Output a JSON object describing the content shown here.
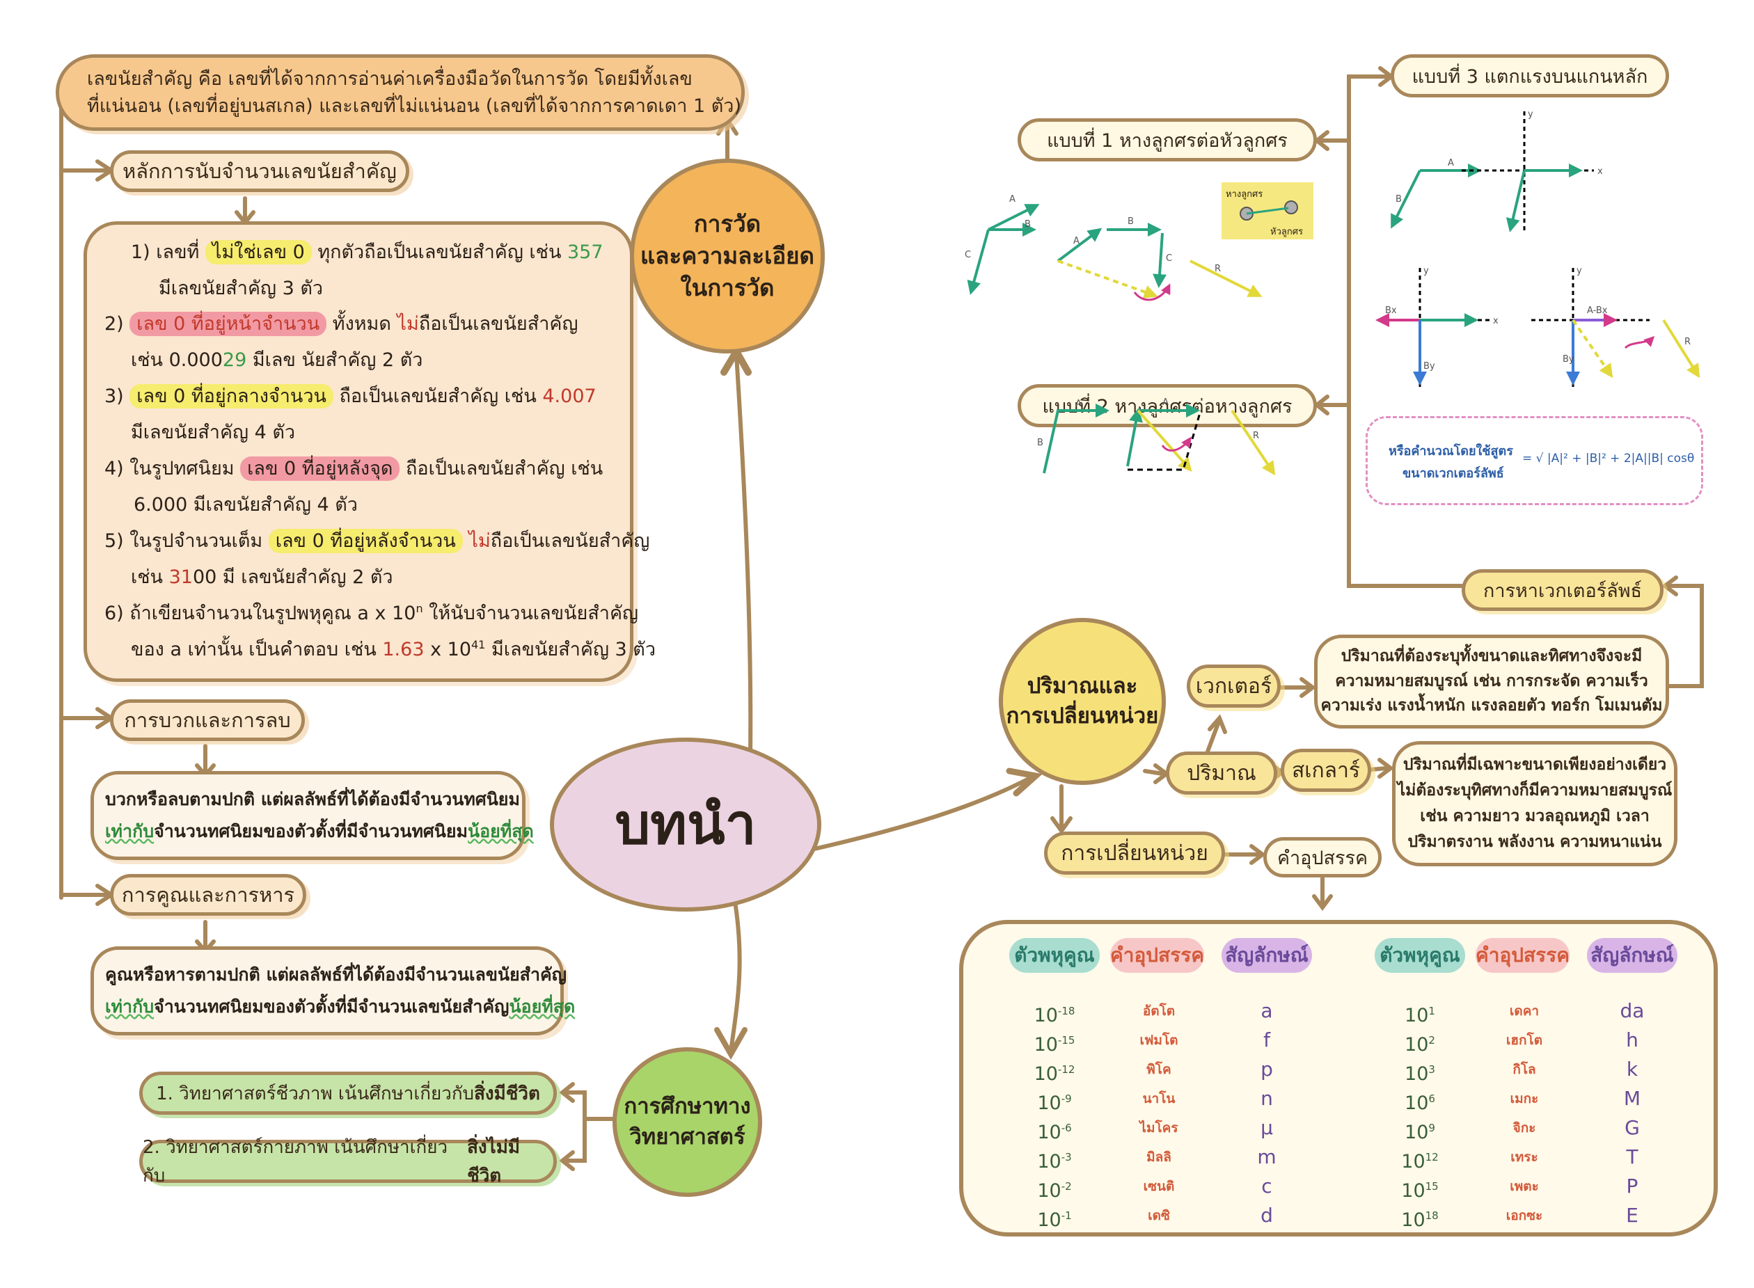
{
  "center": {
    "title": "บทนำ"
  },
  "measure": {
    "node": [
      "การวัด",
      "และความละเอียด",
      "ในการวัด"
    ],
    "definition": [
      "เลขนัยสำคัญ คือ เลขที่ได้จากการอ่านค่าเครื่องมือวัดในการวัด โดยมีทั้งเลข",
      "ที่แน่นอน (เลขที่อยู่บนสเกล) และเลขที่ไม่แน่นอน (เลขที่ได้จากการคาดเดา 1  ตัว)"
    ],
    "counting_title": "หลักการนับจำนวนเลขนัยสำคัญ",
    "rules": {
      "r1a_pre": "1) เลขที่ ",
      "r1a_hl": "ไม่ใช่เลข 0",
      "r1a_post": " ทุกตัวถือเป็นเลขนัยสำคัญ เช่น ",
      "r1a_num": "357",
      "r1b": "มีเลขนัยสำคัญ 3  ตัว",
      "r2a_pre": "2) ",
      "r2a_hl": "เลข 0  ที่อยู่หน้าจำนวน",
      "r2a_mid": " ทั้งหมด ",
      "r2a_red": "ไม่",
      "r2a_post": "ถือเป็นเลขนัยสำคัญ",
      "r2b_pre": "เช่น 0.000",
      "r2b_num": "29",
      "r2b_post": " มีเลข นัยสำคัญ 2  ตัว",
      "r3a_pre": "3) ",
      "r3a_hl": "เลข 0  ที่อยู่กลางจำนวน",
      "r3a_post": " ถือเป็นเลขนัยสำคัญ เช่น ",
      "r3a_num": "4.007",
      "r3b": "มีเลขนัยสำคัญ 4  ตัว",
      "r4a_pre": "4) ในรูปทศนิยม ",
      "r4a_hl": "เลข 0  ที่อยู่หลังจุด",
      "r4a_post": " ถือเป็นเลขนัยสำคัญ เช่น",
      "r4b": "6.000 มีเลขนัยสำคัญ 4  ตัว",
      "r5a_pre": "5) ในรูปจำนวนเต็ม ",
      "r5a_hl": "เลข 0  ที่อยู่หลังจำนวน",
      "r5a_red": " ไม่",
      "r5a_post": "ถือเป็นเลขนัยสำคัญ",
      "r5b_pre": "เช่น ",
      "r5b_num": "31",
      "r5b_post": "00 มี เลขนัยสำคัญ 2  ตัว",
      "r6a_pre": "6) ถ้าเขียนจำนวนในรูปพหุคูณ ",
      "r6a_a": "a x 10",
      "r6a_sup": "n",
      "r6a_post": " ให้นับจำนวนเลขนัยสำคัญ",
      "r6b_pre": "ของ a เท่านั้น เป็นคำตอบ เช่น ",
      "r6b_num": "1.63",
      "r6b_x": " x 10",
      "r6b_sup": "41",
      "r6b_post": " มีเลขนัยสำคัญ 3  ตัว"
    },
    "add_title": "การบวกและการลบ",
    "add_l1": "บวกหรือลบตามปกติ แต่ผลลัพธ์ที่ได้ต้องมีจำนวนทศนิยม",
    "add_l2a": "เท่ากับ",
    "add_l2b": "จำนวนทศนิยมของตัวตั้งที่มีจำนวนทศนิยม",
    "add_l2c": "น้อยที่สุด",
    "mul_title": "การคูณและการหาร",
    "mul_l1": "คูณหรือหารตามปกติ แต่ผลลัพธ์ที่ได้ต้องมีจำนวนเลขนัยสำคัญ",
    "mul_l2a": "เท่ากับ",
    "mul_l2b": "จำนวนทศนิยมของตัวตั้งที่มีจำนวนเลขนัยสำคัญ",
    "mul_l2c": "น้อยที่สุด"
  },
  "science": {
    "node": [
      "การศึกษาทาง",
      "วิทยาศาสตร์"
    ],
    "bio_pre": "1. วิทยาศาสตร์ชีวภาพ เน้นศึกษาเกี่ยวกับ ",
    "bio_bold": "สิ่งมีชีวิต",
    "phy_pre": "2. วิทยาศาสตร์กายภาพ เน้นศึกษาเกี่ยวกับ ",
    "phy_bold": "สิ่งไม่มีชีวิต"
  },
  "quantity": {
    "node": [
      "ปริมาณและ",
      "การเปลี่ยนหน่วย"
    ],
    "q": "ปริมาณ",
    "vector": "เวกเตอร์",
    "scalar": "สเกลาร์",
    "vector_desc": [
      "ปริมาณที่ต้องระบุทั้งขนาดและทิศทางจึงจะมี",
      "ความหมายสมบูรณ์ เช่น การกระจัด ความเร็ว",
      "ความเร่ง แรงน้ำหนัก แรงลอยตัว ทอร์ก โมเมนตัม"
    ],
    "scalar_desc": [
      "ปริมาณที่มีเฉพาะขนาดเพียงอย่างเดียว",
      "ไม่ต้องระบุทิศทางก็มีความหมายสมบูรณ์",
      "เช่น ความยาว มวลอุณหภูมิ เวลา",
      "ปริมาตรงาน พลังงาน ความหนาแน่น"
    ],
    "convert": "การเปลี่ยนหน่วย",
    "prefix": "คำอุปสรรค",
    "resultant": "การหาเวกเตอร์ลัพธ์",
    "m1": "แบบที่ 1  หางลูกศรต่อหัวลูกศร",
    "m2": "แบบที่ 2  หางลูกศรต่อหางลูกศร",
    "m3": "แบบที่ 3  แตกแรงบนแกนหลัก",
    "tail_label": "หางลูกศร",
    "head_label": "หัวลูกศร",
    "formula_l1": "หรือคำนวณโดยใช้สูตร",
    "formula_l2": "ขนาดเวกเตอร์ลัพธ์",
    "formula": "= √ |A|² + |B|² + 2|A||B| cosθ",
    "vec_A": "A",
    "vec_B": "B",
    "vec_C": "C",
    "vec_R": "R",
    "axis_x": "x",
    "axis_y": "y",
    "Bx": "Bx",
    "By": "By",
    "AmBx": "A-Bx"
  },
  "prefix_table": {
    "h_power": "ตัวพหุคูณ",
    "h_prefix": "คำอุปสรรค",
    "h_symbol": "สัญลักษณ์",
    "left_exp": [
      "-18",
      "-15",
      "-12",
      "-9",
      "-6",
      "-3",
      "-2",
      "-1"
    ],
    "left_prefix": [
      "อัตโต",
      "เฟมโต",
      "พิโค",
      "นาโน",
      "ไมโคร",
      "มิลลิ",
      "เซนติ",
      "เดซิ"
    ],
    "left_symbol": [
      "a",
      "f",
      "p",
      "n",
      "μ",
      "m",
      "c",
      "d"
    ],
    "right_exp": [
      "1",
      "2",
      "3",
      "6",
      "9",
      "12",
      "15",
      "18"
    ],
    "right_prefix": [
      "เดคา",
      "เฮกโต",
      "กิโล",
      "เมกะ",
      "จิกะ",
      "เทระ",
      "เพตะ",
      "เอกซะ"
    ],
    "right_symbol": [
      "da",
      "h",
      "k",
      "M",
      "G",
      "T",
      "P",
      "E"
    ],
    "base": "10"
  },
  "colors": {
    "brown": "#a8875a",
    "orange": "#f3b45a",
    "pink": "#ecd3e2",
    "green": "#a9d46a",
    "yellow": "#f6e07a",
    "teal": "#2aa37f",
    "yellowArrow": "#e9e04a",
    "pinkArrow": "#d23a8a"
  }
}
